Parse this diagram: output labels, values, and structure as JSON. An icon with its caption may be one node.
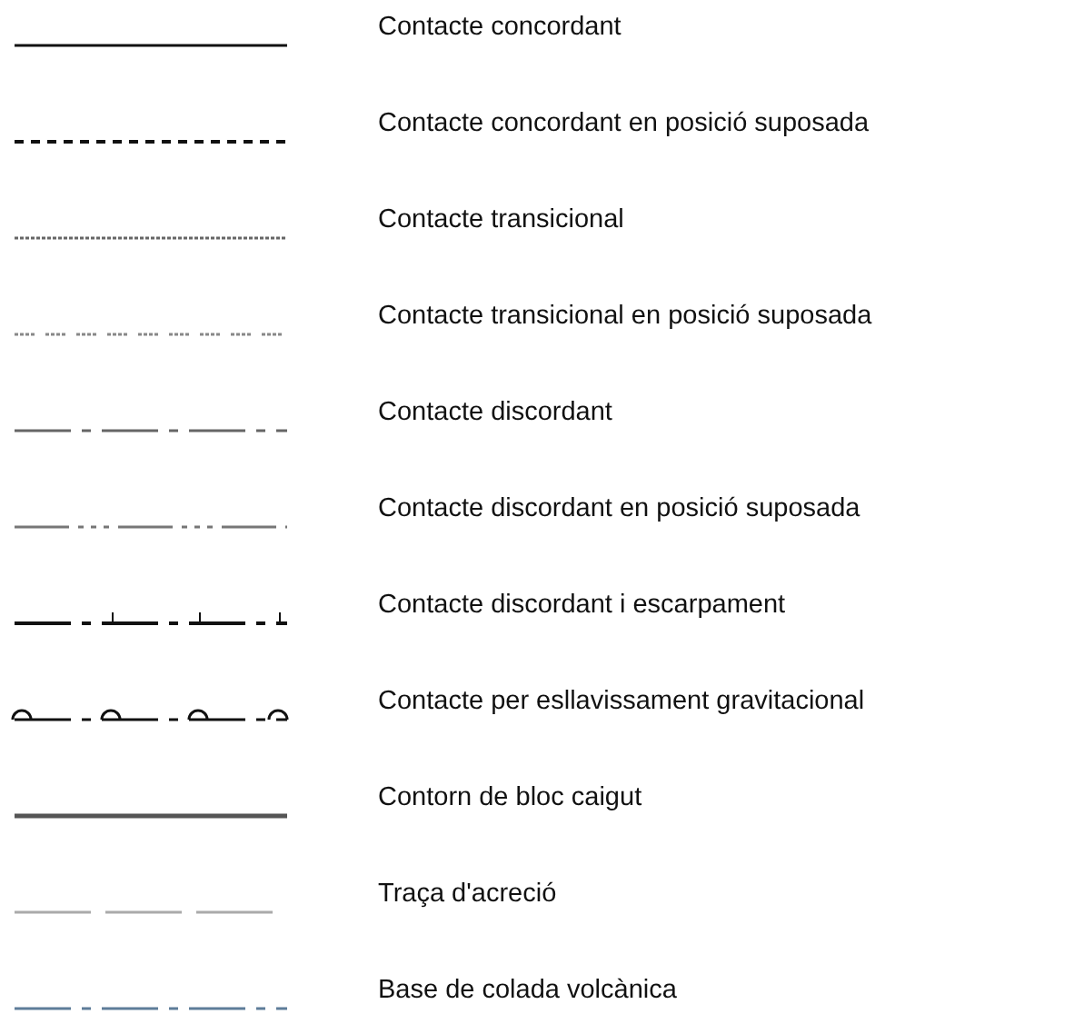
{
  "diagram": {
    "legend": [
      {
        "text": "Contacte concordant"
      },
      {
        "text": "Contacte concordant en posició suposada"
      },
      {
        "text": "Contacte transicional"
      },
      {
        "text": "Contacte transicional en posició suposada"
      },
      {
        "text": "Contacte discordant"
      },
      {
        "text": "Contacte discordant en posició suposada"
      },
      {
        "text": "Contacte discordant i escarpament"
      },
      {
        "text": "Contacte per esllavissament gravitacional"
      },
      {
        "text": "Contorn de bloc caigut"
      },
      {
        "text": "Traça d'acreció"
      },
      {
        "text": "Base de colada volcànica"
      }
    ]
  }
}
